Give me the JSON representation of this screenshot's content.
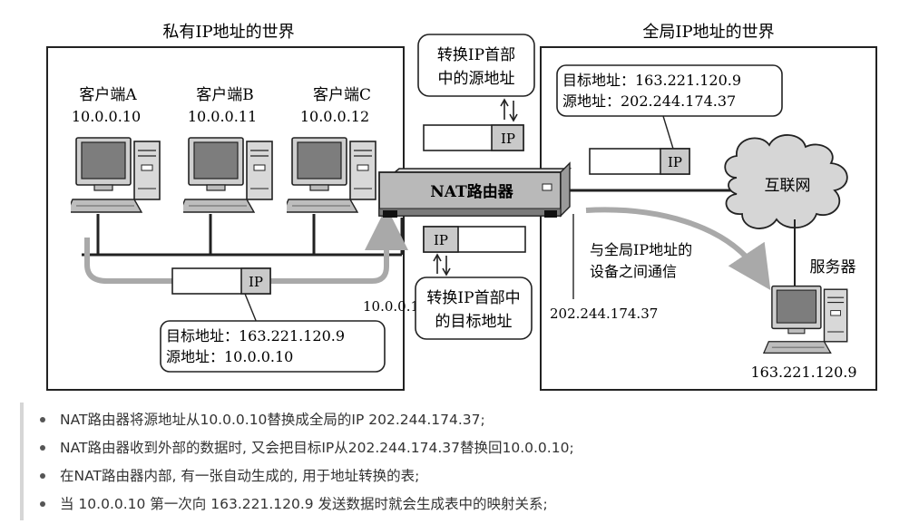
{
  "regions": {
    "private_title": "私有IP地址的世界",
    "global_title": "全局IP地址的世界"
  },
  "clients": [
    {
      "name": "客户端A",
      "ip": "10.0.0.10"
    },
    {
      "name": "客户端B",
      "ip": "10.0.0.11"
    },
    {
      "name": "客户端C",
      "ip": "10.0.0.12"
    }
  ],
  "router": {
    "label": "NAT路由器",
    "inner_ip": "10.0.0.1",
    "outer_ip": "202.244.174.37"
  },
  "packet_label": "IP",
  "callouts": {
    "source_rewrite": [
      "转换IP首部",
      "中的源地址"
    ],
    "dest_rewrite": [
      "转换IP首部中",
      "的目标地址"
    ],
    "private_packet": [
      "目标地址：163.221.120.9",
      "源地址：10.0.0.10"
    ],
    "global_packet": [
      "目标地址：163.221.120.9",
      "源地址：202.244.174.37"
    ]
  },
  "internet_label": "互联网",
  "comm_note": [
    "与全局IP地址的",
    "设备之间通信"
  ],
  "server": {
    "name": "服务器",
    "ip": "163.221.120.9"
  },
  "notes": [
    "NAT路由器将源地址从10.0.0.10替换成全局的IP 202.244.174.37;",
    "NAT路由器收到外部的数据时, 又会把目标IP从202.244.174.37替换回10.0.0.10;",
    "在NAT路由器内部, 有一张自动生成的, 用于地址转换的表;",
    "当 10.0.0.10 第一次向 163.221.120.9 发送数据时就会生成表中的映射关系;"
  ]
}
